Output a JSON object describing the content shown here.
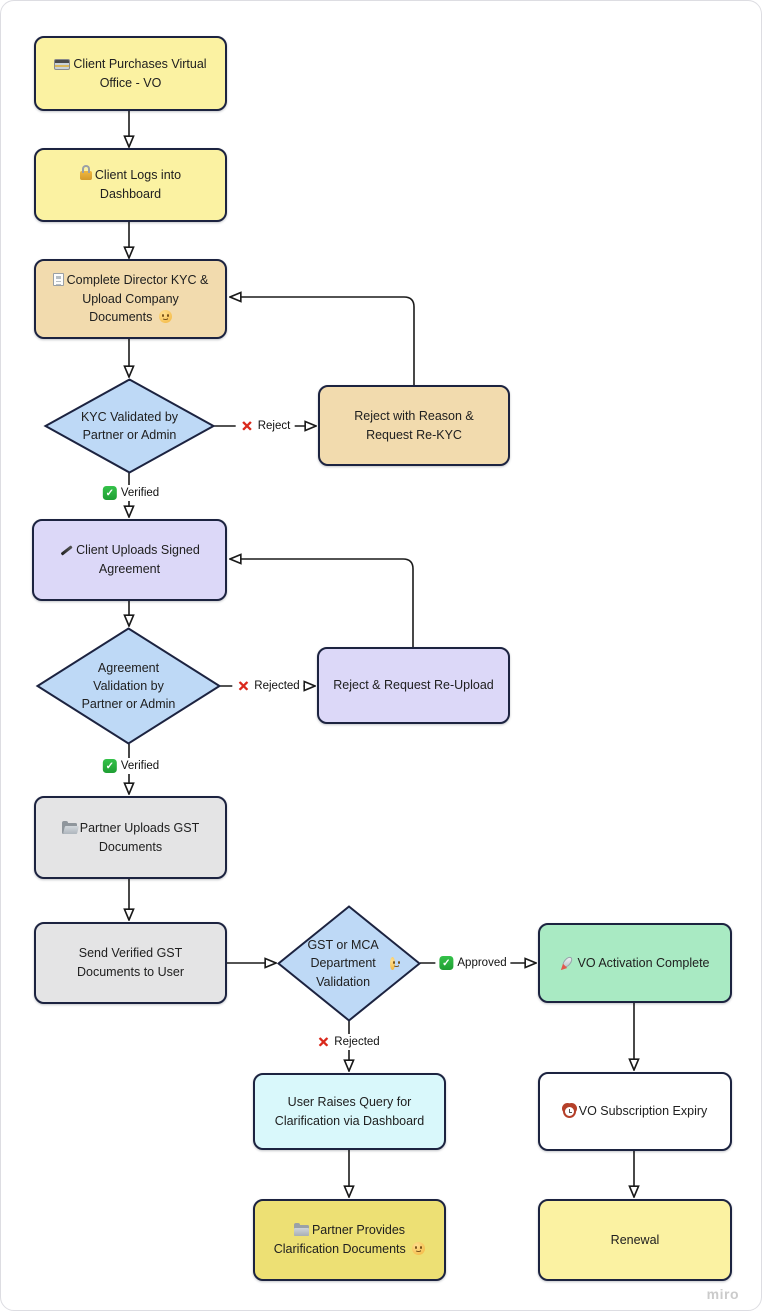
{
  "app": {
    "watermark": "miro"
  },
  "palette": {
    "node_border": "#1C2340",
    "connector": "#1A1A1A",
    "yellow": "#FBF2A2",
    "tan": "#F2DBAE",
    "decision_blue": "#BED9F6",
    "lavender": "#DCD8F8",
    "gray": "#E4E4E5",
    "green": "#A9EAC3",
    "cyan": "#D9F8FB",
    "white": "#FFFFFF",
    "mustard": "#EDE074",
    "approve_green": "#23AB38",
    "reject_red": "#DA291C"
  },
  "nodes": {
    "purchase": {
      "type": "process",
      "icon": "credit-card-icon",
      "text": "Client Purchases Virtual Office - VO",
      "fill": "#FBF2A2"
    },
    "login": {
      "type": "process",
      "icon": "lock-icon",
      "text": "Client Logs into Dashboard",
      "fill": "#FBF2A2"
    },
    "kyc": {
      "type": "process",
      "icon": "document-icon",
      "text": "Complete Director KYC & Upload Company Documents",
      "suffix_icon": "smiley-icon",
      "fill": "#F2DBAE"
    },
    "kyc_validation": {
      "type": "decision",
      "text": "KYC Validated by Partner or Admin",
      "fill": "#BED9F6"
    },
    "reject_rekyc": {
      "type": "process",
      "text": "Reject with Reason & Request Re-KYC",
      "fill": "#F2DBAE"
    },
    "agreement": {
      "type": "process",
      "icon": "pen-icon",
      "text": "Client Uploads Signed Agreement",
      "fill": "#DCD8F8"
    },
    "agreement_validation": {
      "type": "decision",
      "text": "Agreement Validation by Partner or Admin",
      "fill": "#BED9F6"
    },
    "reject_reupload": {
      "type": "process",
      "text": "Reject & Request Re-Upload",
      "fill": "#DCD8F8"
    },
    "gst_upload": {
      "type": "process",
      "icon": "open-folder-icon",
      "text": "Partner Uploads GST Documents",
      "fill": "#E4E4E5"
    },
    "send_gst": {
      "type": "process",
      "text": "Send Verified GST Documents to User",
      "fill": "#E4E4E5"
    },
    "dept_validation": {
      "type": "decision",
      "text": "GST or MCA Department Validation",
      "suffix_icon": "smiley-icon",
      "fill": "#BED9F6"
    },
    "activation": {
      "type": "process",
      "icon": "rocket-icon",
      "text": "VO Activation Complete",
      "fill": "#A9EAC3"
    },
    "raise_query": {
      "type": "process",
      "text": "User Raises Query for Clarification via Dashboard",
      "fill": "#D9F8FB"
    },
    "clarification": {
      "type": "process",
      "icon": "folder-icon",
      "text": "Partner Provides Clarification Documents",
      "suffix_icon": "smiley-icon",
      "fill": "#EDE074"
    },
    "expiry": {
      "type": "process",
      "icon": "alarm-clock-icon",
      "text": "VO Subscription Expiry",
      "fill": "#FFFFFF"
    },
    "renewal": {
      "type": "process",
      "text": "Renewal",
      "fill": "#FBF2A2"
    }
  },
  "edge_labels": {
    "kyc_reject": {
      "icon": "red-x-icon",
      "text": "Reject"
    },
    "kyc_verified": {
      "icon": "green-check-icon",
      "text": "Verified"
    },
    "agreement_rejected": {
      "icon": "red-x-icon",
      "text": "Rejected"
    },
    "agreement_verified": {
      "icon": "green-check-icon",
      "text": "Verified"
    },
    "dept_approved": {
      "icon": "green-check-icon",
      "text": "Approved"
    },
    "dept_rejected": {
      "icon": "red-x-icon",
      "text": "Rejected"
    }
  }
}
